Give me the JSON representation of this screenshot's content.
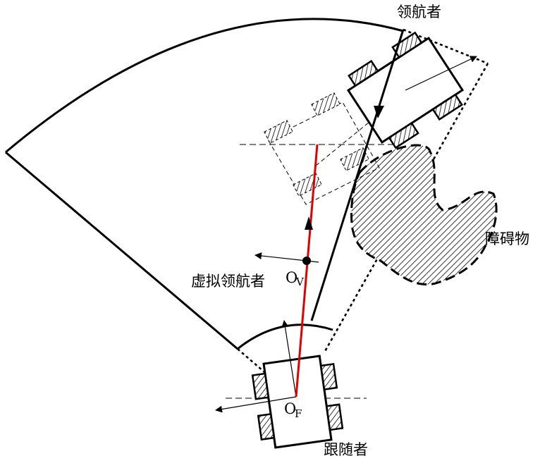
{
  "labels": {
    "leader": "领航者",
    "obstacle": "障碍物",
    "virtual_leader": "虚拟领航者",
    "follower": "跟随者",
    "ov_main": "O",
    "ov_sub": "V",
    "of_main": "O",
    "of_sub": "F"
  },
  "colors": {
    "stroke": "#000000",
    "path": "#e00000",
    "background": "#ffffff"
  }
}
